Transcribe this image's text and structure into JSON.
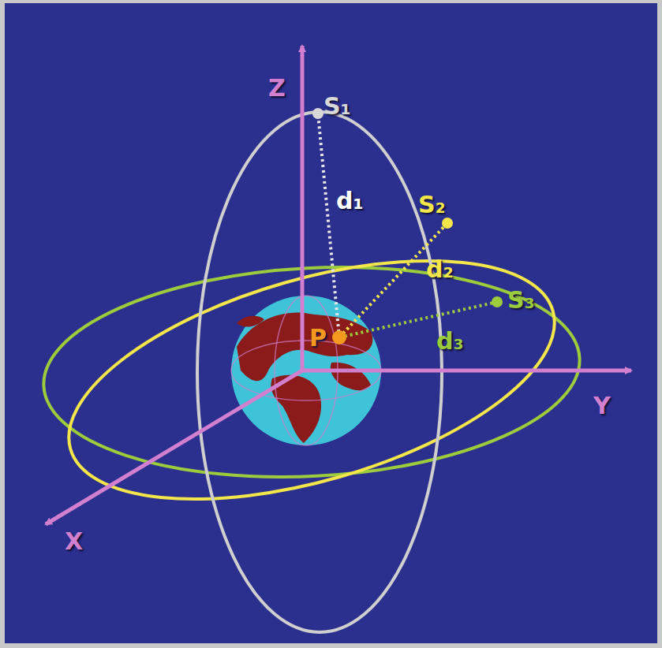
{
  "diagram": {
    "labels": [
      "Z",
      "S₁",
      "d₁",
      "S₂",
      "d₂",
      "S₃",
      "d₃",
      "P",
      "Y",
      "X"
    ]
  }
}
